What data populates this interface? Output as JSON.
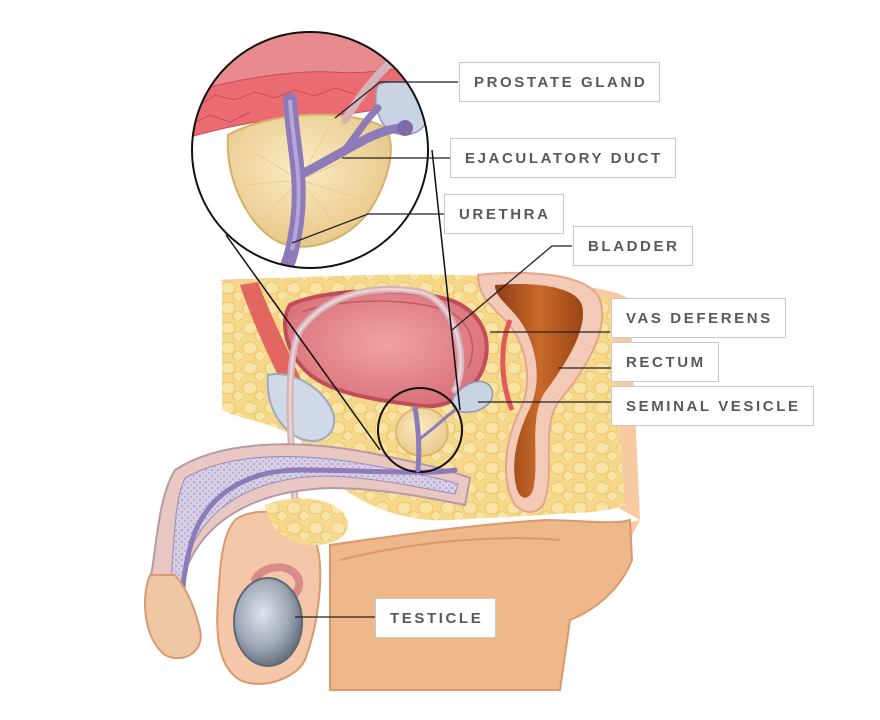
{
  "labels": {
    "prostate_gland": "PROSTATE GLAND",
    "ejaculatory_duct": "EJACULATORY DUCT",
    "urethra": "URETHRA",
    "bladder": "BLADDER",
    "vas_deferens": "VAS DEFERENS",
    "rectum": "RECTUM",
    "seminal_vesicle": "SEMINAL VESICLE",
    "testicle": "TESTICLE"
  },
  "colors": {
    "label_text": "#565a5f",
    "label_border": "#c9c9c9",
    "leader_line": "#222222",
    "skin": "#f1b98c",
    "skin_edge": "#d99a6c",
    "fat": "#f6d88a",
    "muscle": "#e05a5a",
    "bladder": "#e98a8f",
    "prostate": "#f3dba0",
    "urethra": "#8c7bb8",
    "vas_deferens": "#d6b3b8",
    "rectum": "#b8561f",
    "seminal_vesicle": "#c9d3e4",
    "testicle": "#9ea7b5",
    "erectile_tissue": "#c8bcd9"
  }
}
